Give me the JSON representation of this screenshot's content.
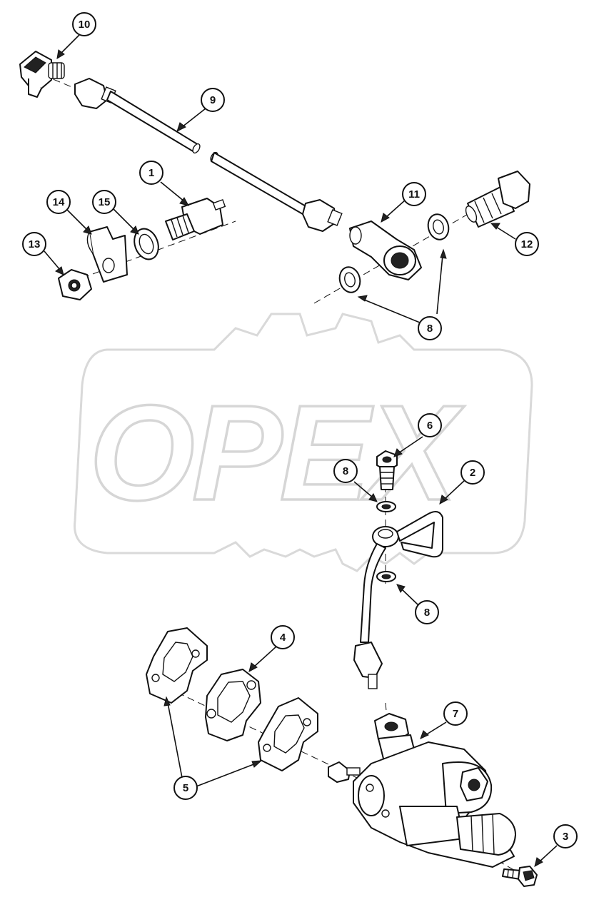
{
  "watermark": {
    "text": "OPEX"
  },
  "callouts": [
    {
      "id": "c10",
      "label": "10"
    },
    {
      "id": "c9",
      "label": "9"
    },
    {
      "id": "c1",
      "label": "1"
    },
    {
      "id": "c14",
      "label": "14"
    },
    {
      "id": "c15",
      "label": "15"
    },
    {
      "id": "c13",
      "label": "13"
    },
    {
      "id": "c11",
      "label": "11"
    },
    {
      "id": "c12",
      "label": "12"
    },
    {
      "id": "c8a",
      "label": "8"
    },
    {
      "id": "c6",
      "label": "6"
    },
    {
      "id": "c8b",
      "label": "8"
    },
    {
      "id": "c2",
      "label": "2"
    },
    {
      "id": "c8c",
      "label": "8"
    },
    {
      "id": "c4",
      "label": "4"
    },
    {
      "id": "c7",
      "label": "7"
    },
    {
      "id": "c5",
      "label": "5"
    },
    {
      "id": "c3",
      "label": "3"
    }
  ]
}
